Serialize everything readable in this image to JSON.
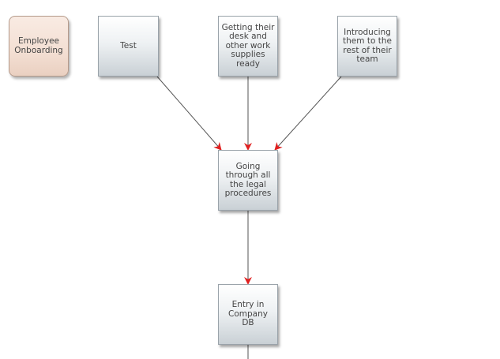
{
  "nodes": {
    "start": {
      "label": "Employee Onboarding"
    },
    "test": {
      "label": "Test"
    },
    "desk": {
      "label": "Getting their desk and other work supplies ready"
    },
    "intro": {
      "label": "Introducing them to the rest of their team"
    },
    "legal": {
      "label": "Going through all the legal procedures"
    },
    "db": {
      "label": "Entry in Company DB"
    }
  },
  "edges": [
    {
      "from": "test",
      "to": "legal"
    },
    {
      "from": "desk",
      "to": "legal"
    },
    {
      "from": "intro",
      "to": "legal"
    },
    {
      "from": "legal",
      "to": "db"
    },
    {
      "from": "db",
      "to": ""
    }
  ],
  "colors": {
    "edge": "#555555",
    "arrow": "#e02020",
    "task_border": "#9aa3aa",
    "start_fill": "#f3dfd3"
  }
}
